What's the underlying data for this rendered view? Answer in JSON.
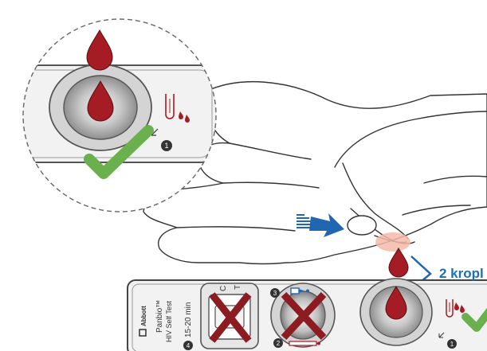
{
  "callout": {
    "drop_count_label": "2 kropl"
  },
  "device": {
    "brand": "Abbott",
    "product_name": "Panbio™",
    "product_subtitle": "HIV Self Test",
    "control_letter": "C",
    "test_letter": "T",
    "time_label": "15-20 min",
    "step_numbers": {
      "sample": "1",
      "buffer": "2",
      "dropper": "3",
      "wait": "4"
    }
  },
  "zoom": {
    "step_number": "1"
  },
  "colors": {
    "blood": "#a51c24",
    "check": "#6ab04c",
    "cross": "#8c1c22",
    "arrow": "#2166b0",
    "outline": "#444444",
    "device_fill": "#f2f2f2",
    "skin_highlight": "#f4b9a8"
  },
  "icons": [
    "blood-drop-icon",
    "checkmark-icon",
    "cross-icon",
    "dropper-icon",
    "blood-drops-icon",
    "motion-arrow-icon",
    "abbott-logo-icon"
  ]
}
